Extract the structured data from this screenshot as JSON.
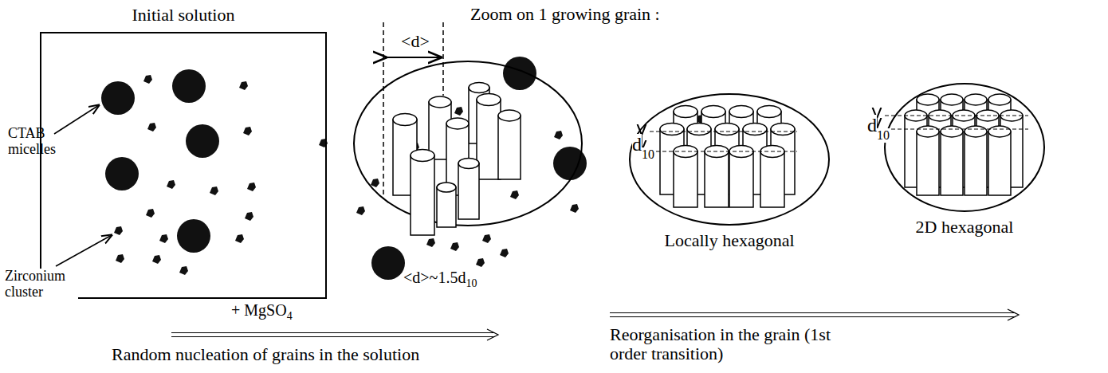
{
  "diagram": {
    "nodes": [
      {
        "text": [
          "Initial solution"
        ]
      },
      {
        "text": [
          "Locally hexagonal"
        ]
      },
      {
        "text": [
          "2D hexagonal"
        ]
      }
    ],
    "labels": [
      "Zoom on 1 growing grain :",
      "CTAB micelles",
      "Zirconium cluster",
      "<d>",
      "<d>~1.5d",
      "10",
      "+ MgSO",
      "4",
      "Random nucleation of grains in the solution",
      "d",
      "10",
      "d",
      "10",
      "Reorganisation in the grain (1st order transition)"
    ]
  }
}
